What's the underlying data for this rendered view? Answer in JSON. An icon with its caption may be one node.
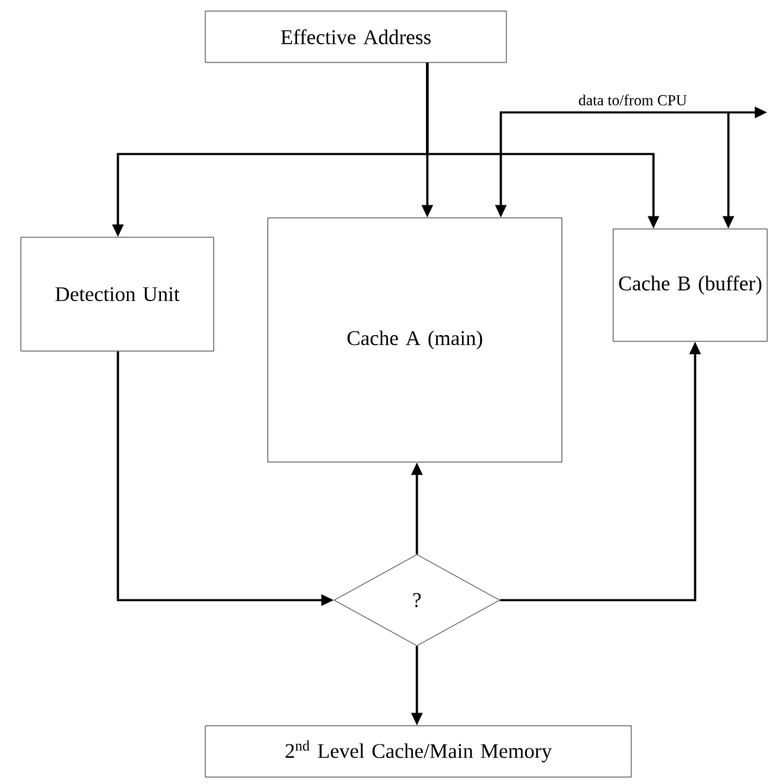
{
  "diagram": {
    "nodes": [
      {
        "text": [
          "Effective Address"
        ]
      },
      {
        "text": [
          "Detection Unit"
        ]
      },
      {
        "text": [
          "Cache A (main)"
        ]
      },
      {
        "text": [
          "Cache B (buffer)"
        ]
      },
      {
        "text": [
          "?"
        ]
      },
      {
        "text": [
          "2$^{nd}$ Level Cache/Main Memory"
        ]
      }
    ],
    "edges": [
      {
        "from": 0,
        "to": 2,
        "arrow": "to"
      },
      {
        "from": 0,
        "to": 1,
        "arrow": "to"
      },
      {
        "from": 0,
        "to": 3,
        "arrow": "to"
      },
      {
        "from": 2,
        "to": null,
        "arrow": "both",
        "label": "data to/from CPU"
      },
      {
        "from": null,
        "to": 3,
        "arrow": "to"
      },
      {
        "from": 1,
        "to": 4,
        "arrow": "to"
      },
      {
        "from": 4,
        "to": 2,
        "arrow": "to"
      },
      {
        "from": 4,
        "to": 3,
        "arrow": "to"
      },
      {
        "from": 4,
        "to": 5,
        "arrow": "to"
      }
    ]
  }
}
